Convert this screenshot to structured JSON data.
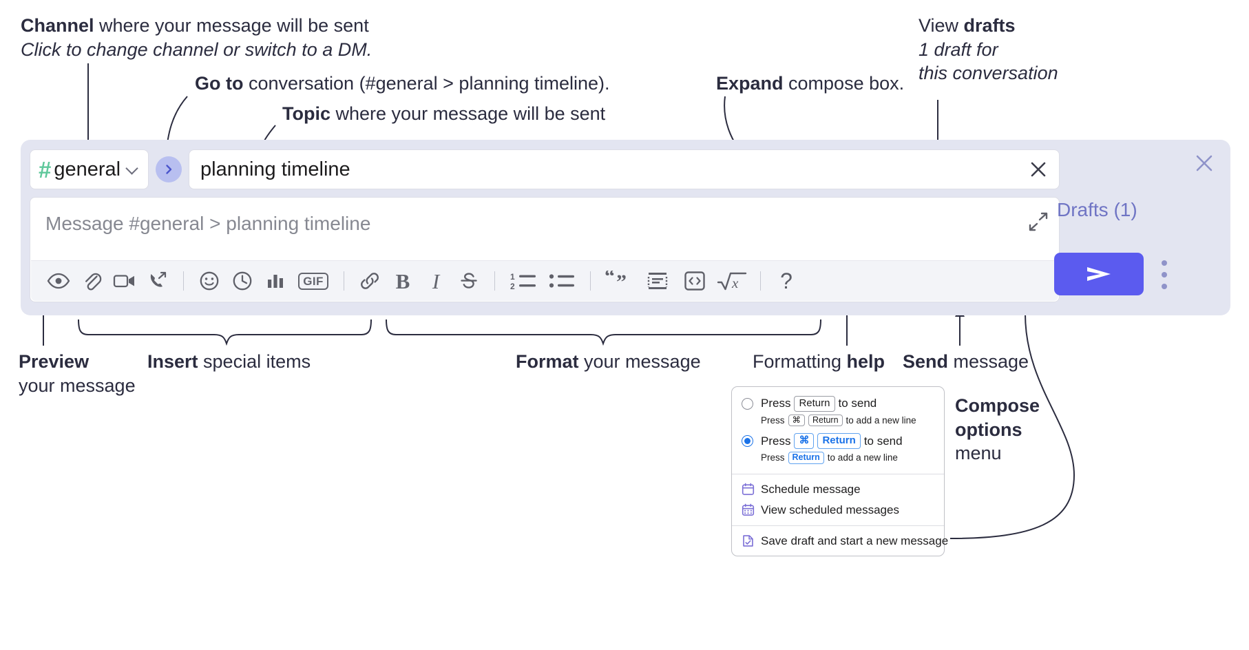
{
  "annotations": {
    "channel": {
      "bold": "Channel",
      "rest": " where your message will be sent",
      "italic": "Click to change channel or switch to a DM."
    },
    "goto": {
      "bold": "Go to",
      "rest": " conversation (#general > planning timeline)."
    },
    "topic": {
      "bold": "Topic",
      "rest": " where your message will be sent"
    },
    "expand": {
      "bold": "Expand",
      "rest": " compose box."
    },
    "drafts": {
      "rest": "View ",
      "bold": "drafts",
      "italic_line1": "1 draft for",
      "italic_line2": "this conversation"
    },
    "preview": {
      "bold": "Preview",
      "rest": "your message"
    },
    "insert": {
      "bold": "Insert",
      "rest": " special items"
    },
    "format": {
      "bold": "Format",
      "rest": " your message"
    },
    "help": {
      "rest": "Formatting ",
      "bold": "help"
    },
    "send": {
      "bold": "Send",
      "rest": " message"
    },
    "compose_options": {
      "bold_line1": "Compose",
      "bold_line2": "options",
      "plain_line3": "menu"
    }
  },
  "compose": {
    "channel_name": "general",
    "channel_hash": "#",
    "topic_value": "planning timeline",
    "message_placeholder": "Message #general > planning timeline",
    "icons": {
      "goto": "chevron-right-icon",
      "channel_chevron": "chevron-down-icon",
      "topic_clear": "close-icon",
      "expand": "expand-icon"
    },
    "toolbar": [
      {
        "name": "preview-icon",
        "label": "Preview"
      },
      {
        "name": "attachment-icon",
        "label": "Attach file"
      },
      {
        "name": "video-icon",
        "label": "Video clip"
      },
      {
        "name": "audio-clip-icon",
        "label": "Audio clip"
      },
      {
        "name": "divider",
        "label": ""
      },
      {
        "name": "emoji-icon",
        "label": "Emoji"
      },
      {
        "name": "clock-icon",
        "label": "Reminder"
      },
      {
        "name": "poll-icon",
        "label": "Poll"
      },
      {
        "name": "gif-icon",
        "label": "GIF"
      },
      {
        "name": "divider",
        "label": ""
      },
      {
        "name": "link-icon",
        "label": "Link"
      },
      {
        "name": "bold-icon",
        "label": "B"
      },
      {
        "name": "italic-icon",
        "label": "I"
      },
      {
        "name": "strikethrough-icon",
        "label": "Strikethrough"
      },
      {
        "name": "divider",
        "label": ""
      },
      {
        "name": "ordered-list-icon",
        "label": "Ordered list"
      },
      {
        "name": "bulleted-list-icon",
        "label": "Bulleted list"
      },
      {
        "name": "divider",
        "label": ""
      },
      {
        "name": "blockquote-icon",
        "label": "Blockquote"
      },
      {
        "name": "code-block-icon",
        "label": "Code block"
      },
      {
        "name": "inline-code-icon",
        "label": "Code"
      },
      {
        "name": "math-icon",
        "label": "Math"
      },
      {
        "name": "divider",
        "label": ""
      },
      {
        "name": "help-icon",
        "label": "?"
      }
    ]
  },
  "right_pane": {
    "close_label": "close-icon",
    "drafts_label": "Drafts (1)",
    "send_label": "send-icon",
    "kebab_label": "more-options-icon"
  },
  "menu": {
    "options": [
      {
        "selected": false,
        "press": "Press",
        "keys": [
          "Return"
        ],
        "suffix": "to send",
        "sub_press": "Press",
        "sub_keys": [
          "⌘",
          "Return"
        ],
        "sub_suffix": "to add a new line"
      },
      {
        "selected": true,
        "press": "Press",
        "keys": [
          "⌘",
          "Return"
        ],
        "suffix": "to send",
        "sub_press": "Press",
        "sub_keys": [
          "Return"
        ],
        "sub_suffix": "to add a new line"
      }
    ],
    "items": [
      {
        "icon": "calendar-clock-icon",
        "label": "Schedule message"
      },
      {
        "icon": "calendar-grid-icon",
        "label": "View scheduled messages"
      },
      {
        "icon": "save-draft-icon",
        "label": "Save draft and start a new message"
      }
    ]
  },
  "colors": {
    "accent_purple": "#5b5bef",
    "compose_bg": "#e3e5f1",
    "hash_green": "#5fc89b",
    "drafts_text": "#6f74c4",
    "keycap_blue": "#1a72e8"
  }
}
